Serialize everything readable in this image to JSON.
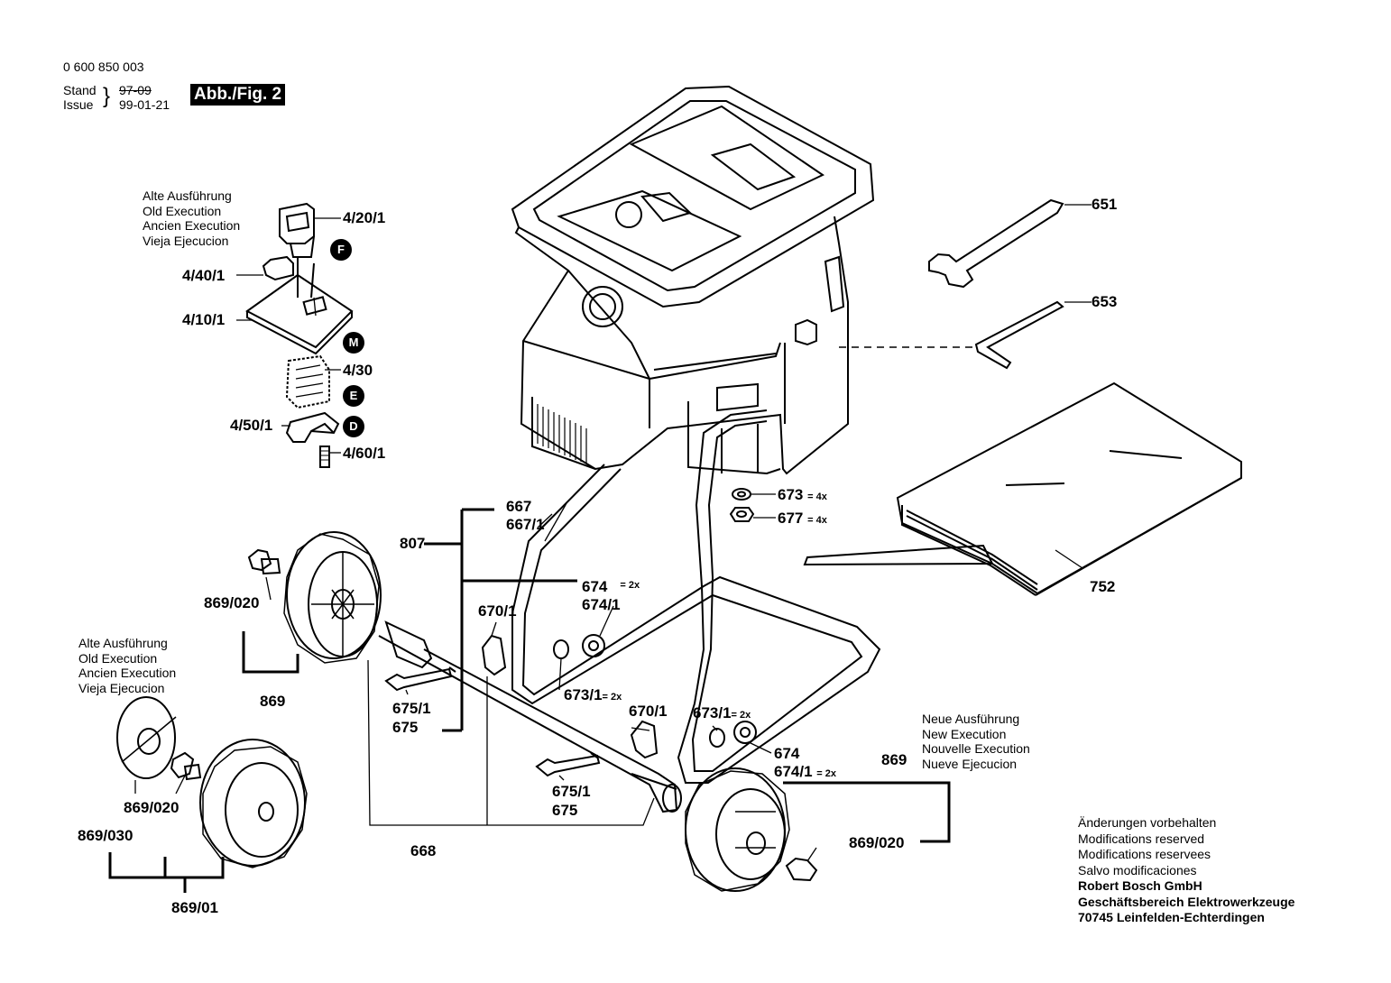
{
  "header": {
    "doc_number": "0 600 850 003",
    "stand_label": "Stand",
    "issue_label": "Issue",
    "stand_value": "97-09",
    "issue_value": "99-01-21",
    "figure_label": "Abb./Fig. 2"
  },
  "notes": {
    "old_execution_top": [
      "Alte Ausführung",
      "Old Execution",
      "Ancien Execution",
      "Vieja Ejecucion"
    ],
    "old_execution_wheel": [
      "Alte Ausführung",
      "Old Execution",
      "Ancien Execution",
      "Vieja Ejecucion"
    ],
    "new_execution": [
      "Neue Ausführung",
      "New Execution",
      "Nouvelle Execution",
      "Nueve Ejecucion"
    ]
  },
  "badges": {
    "f": "F",
    "m": "M",
    "e": "E",
    "d": "D"
  },
  "parts": {
    "p4_20_1": "4/20/1",
    "p4_40_1": "4/40/1",
    "p4_10_1": "4/10/1",
    "p4_30": "4/30",
    "p4_50_1": "4/50/1",
    "p4_60_1": "4/60/1",
    "p651": "651",
    "p653": "653",
    "p673": "673",
    "p677": "677",
    "p752": "752",
    "p667": "667",
    "p667_1": "667/1",
    "p807": "807",
    "p674": "674",
    "p674_1": "674/1",
    "p670_1_a": "670/1",
    "p673_1_a": "673/1",
    "p675_1_a": "675/1",
    "p675_a": "675",
    "p869_020_a": "869/020",
    "p869_a": "869",
    "p670_1_b": "670/1",
    "p673_1_b": "673/1",
    "p674_b": "674",
    "p674_1_b": "674/1",
    "p675_1_b": "675/1",
    "p675_b": "675",
    "p668": "668",
    "p869_020_b": "869/020",
    "p869_030": "869/030",
    "p869_01": "869/01",
    "p869_b": "869",
    "p869_020_c": "869/020"
  },
  "multipliers": {
    "x4a": "= 4x",
    "x4b": "= 4x",
    "x2a": "= 2x",
    "x2b": "= 2x",
    "x2c": "= 2x",
    "x2d": "= 2x"
  },
  "footer": {
    "lines": [
      "Änderungen vorbehalten",
      "Modifications reserved",
      "Modifications reservees",
      "Salvo modificaciones"
    ],
    "company": [
      "Robert Bosch GmbH",
      "Geschäftsbereich Elektrowerkzeuge",
      "70745 Leinfelden-Echterdingen"
    ]
  }
}
